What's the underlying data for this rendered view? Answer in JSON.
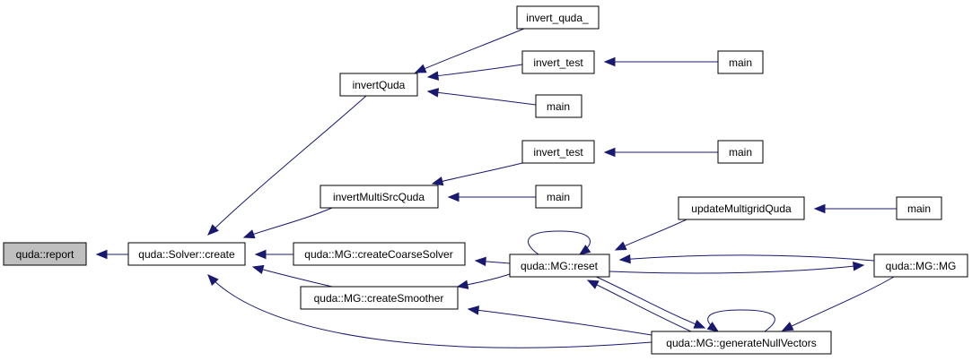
{
  "colors": {
    "edge": "#191970",
    "node_border": "#000000",
    "node_fill": "#ffffff",
    "highlight_fill": "#bfbfbf"
  },
  "nodes": {
    "quda_report": "quda::report",
    "solver_create": "quda::Solver::create",
    "invertQuda": "invertQuda",
    "invertMultiSrcQuda": "invertMultiSrcQuda",
    "createCoarseSolver": "quda::MG::createCoarseSolver",
    "createSmoother": "quda::MG::createSmoother",
    "invert_quda_": "invert_quda_",
    "invert_test_1": "invert_test",
    "main_1": "main",
    "main_2": "main",
    "invert_test_2": "invert_test",
    "main_3": "main",
    "main_4": "main",
    "mg_reset": "quda::MG::reset",
    "updateMultigridQuda": "updateMultigridQuda",
    "main_5": "main",
    "mg_MG": "quda::MG::MG",
    "generateNullVectors": "quda::MG::generateNullVectors"
  }
}
